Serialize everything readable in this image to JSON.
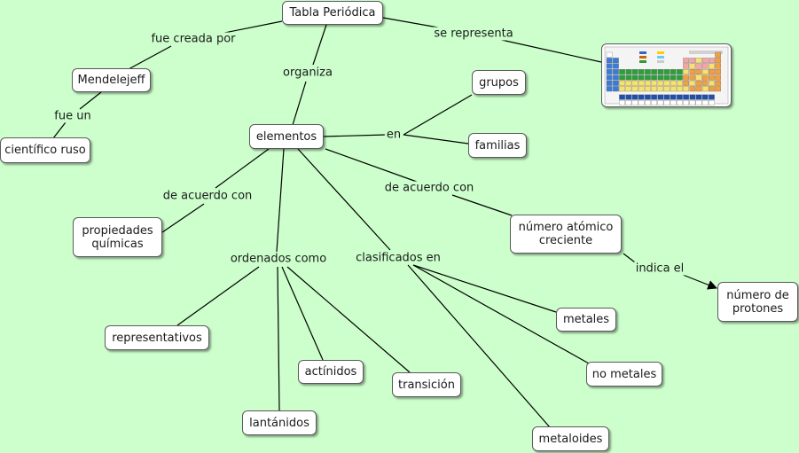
{
  "nodes": {
    "tabla": "Tabla Periódica",
    "mendelejeff": "Mendelejeff",
    "cientifico": "científico ruso",
    "elementos": "elementos",
    "grupos": "grupos",
    "familias": "familias",
    "propiedades": "propiedades químicas",
    "numero_atomico": "número atómico creciente",
    "numero_protones": "número de protones",
    "representativos": "representativos",
    "actinidos": "actínidos",
    "transicion": "transición",
    "lantanidos": "lantánidos",
    "metales": "metales",
    "no_metales": "no metales",
    "metaloides": "metaloides"
  },
  "links": {
    "fue_creada_por": "fue creada por",
    "se_representa": "se representa",
    "organiza": "organiza",
    "fue_un": "fue un",
    "en": "en",
    "de_acuerdo_con_1": "de acuerdo con",
    "de_acuerdo_con_2": "de acuerdo con",
    "ordenados_como": "ordenados  como",
    "clasificados_en": "clasificados en",
    "indica_el": "indica el"
  },
  "colors": {
    "background": "#ccffcc",
    "node_fill": "#ffffff",
    "line": "#000000"
  },
  "image": {
    "icon": "periodic-table-thumbnail"
  }
}
